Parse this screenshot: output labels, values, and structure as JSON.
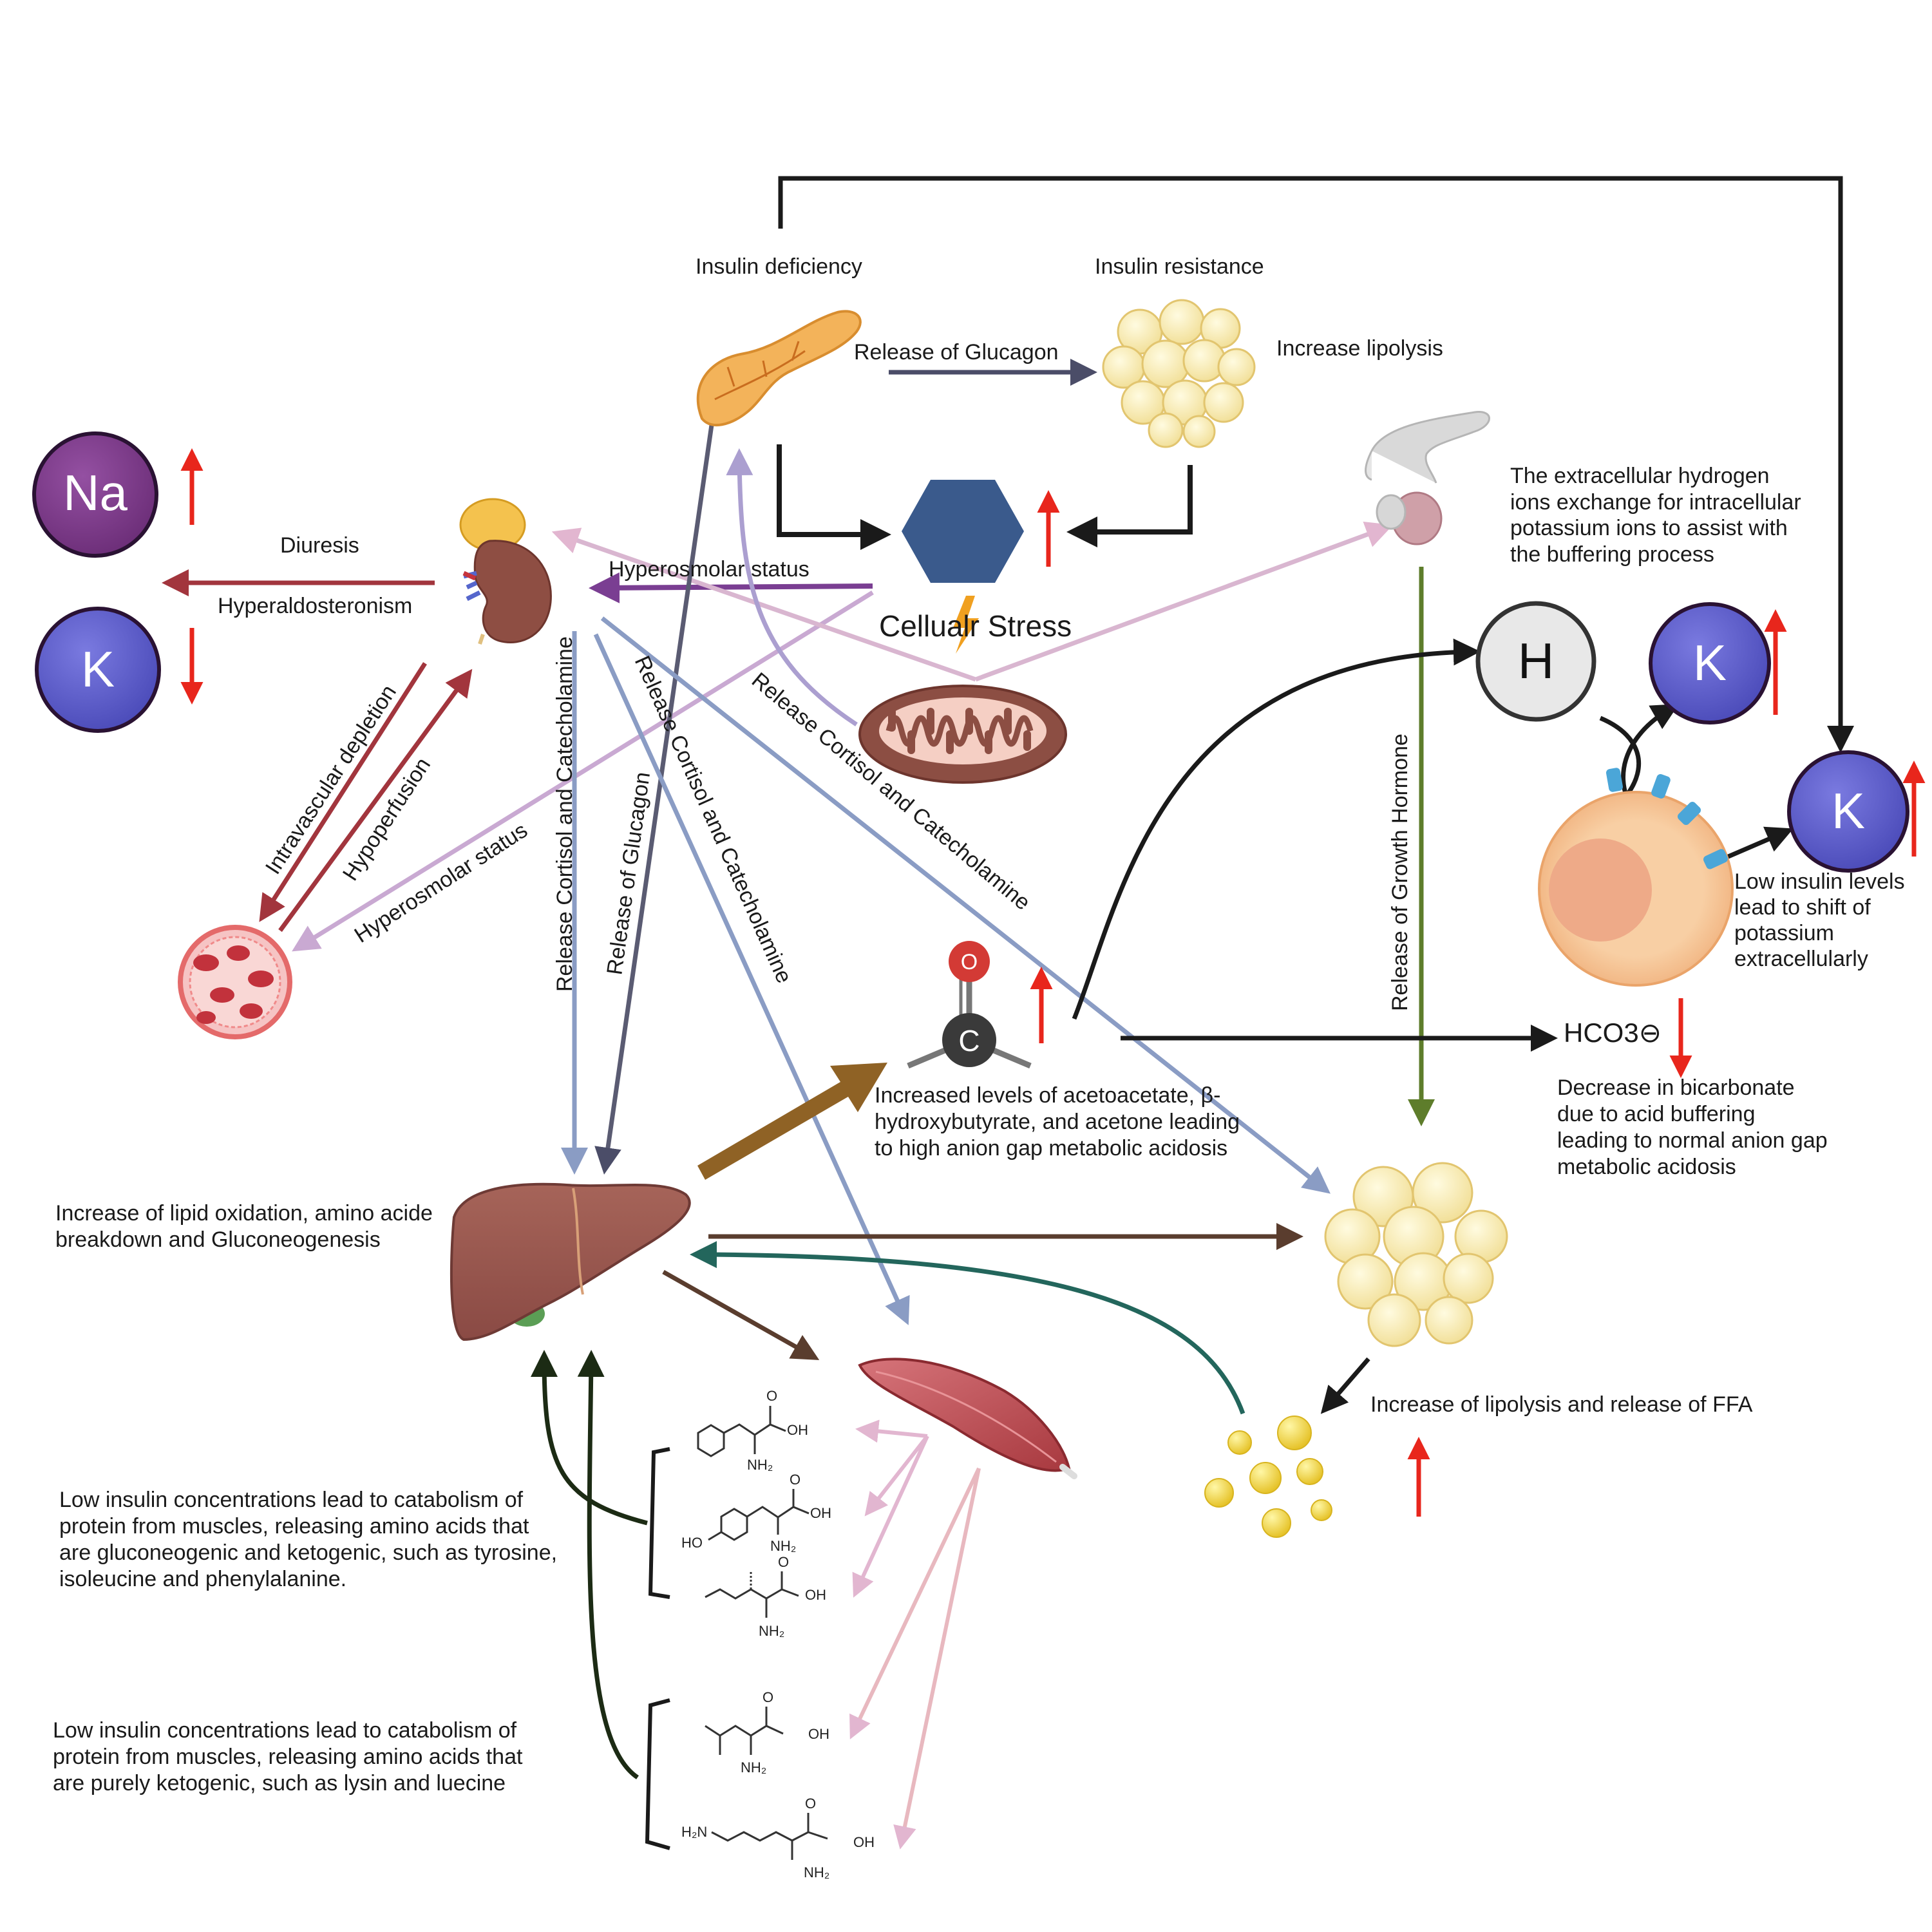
{
  "labels": {
    "insulin_deficiency": "Insulin deficiency",
    "insulin_resistance": "Insulin resistance",
    "release_of_glucagon": "Release of Glucagon",
    "increase_lipolysis": "Increase lipolysis",
    "cellular_stress": "Cellualr Stress",
    "diuresis": "Diuresis",
    "hyperaldosteronism": "Hyperaldosteronism",
    "hyperosmolar_status": "Hyperosmolar status",
    "intravascular_depletion": "Intravascular depletion",
    "hypoperfusion": "Hypoperfusion",
    "hyperosmolar_status_2": "Hyperosmolar status",
    "release_cortisol_1": "Release Cortisol and Catecholamine",
    "release_glucagon_vertical": "Release of Glucagon",
    "release_cortisol_2": "Release Cortisol and Catecholamine",
    "release_cortisol_3": "Release Cortisol and Catecholamine",
    "release_growth_hormone": "Release of Growth Hormone",
    "hydrogen_exchange": [
      "The extracellular hydrogen",
      "ions exchange for intracellular",
      "potassium ions to assist with",
      "the buffering process"
    ],
    "low_insulin_shift": [
      "Low insulin levels",
      "lead to shift of",
      "potassium",
      "extracellularly"
    ],
    "hco3": "HCO3⊖",
    "bicarbonate_decrease": [
      "Decrease in bicarbonate",
      "due to acid buffering",
      "leading to normal anion gap",
      "metabolic acidosis"
    ],
    "ketone_text": [
      "Increased levels of acetoacetate, β-",
      "hydroxybutyrate, and acetone  leading",
      "to high anion gap metabolic acidosis"
    ],
    "liver_text": [
      "Increase of lipid oxidation, amino acide",
      "breakdown and Gluconeogenesis"
    ],
    "lipolysis_ffa": "Increase of lipolysis and release of FFA",
    "catabolism_1": [
      "Low insulin concentrations lead to catabolism of",
      "protein from muscles, releasing amino acids that",
      "are gluconeogenic and ketogenic, such as tyrosine,",
      "isoleucine and phenylalanine."
    ],
    "catabolism_2": [
      "Low insulin concentrations lead to catabolism of",
      "protein from muscles, releasing amino acids that",
      "are purely ketogenic, such as lysin and luecine"
    ]
  },
  "ions": {
    "na": "Na",
    "k": "K",
    "h": "H",
    "k_cell_top": "K",
    "k_cell_right": "K"
  },
  "molecule": {
    "o": "O",
    "c": "C"
  },
  "chem": {
    "oh": "OH",
    "o": "O",
    "nh2": "NH₂",
    "ho": "HO",
    "h2n": "H₂N"
  },
  "colors": {
    "na_circle": "#7b3b86",
    "k_circle": "#5b5bc9",
    "hex_stress": "#3a5a8c",
    "red_arrow": "#e8261c",
    "dark_red": "#a2353d",
    "purple": "#7a3e92",
    "light_purple": "#c9a9d2",
    "steel_blue": "#8a9cc4",
    "slate": "#4b4d68",
    "brown": "#8f6225",
    "dark_brown": "#5a3d2e",
    "teal": "#23665c",
    "dark_green": "#1c2b14",
    "olive_green": "#5e7d2b",
    "pink": "#e2b6d0"
  }
}
